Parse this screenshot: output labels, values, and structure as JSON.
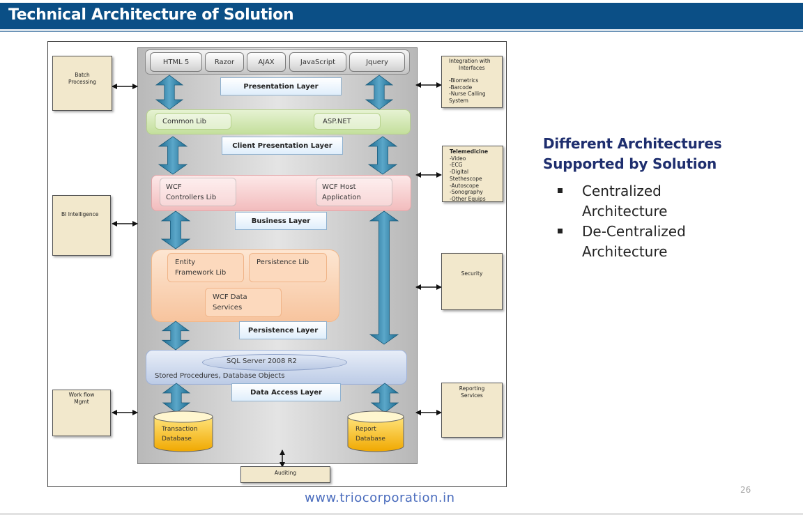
{
  "slide": {
    "title": "Technical Architecture of Solution",
    "footer_url": "www.triocorporation.in",
    "page_number": "26"
  },
  "diagram": {
    "tech_row": [
      "HTML 5",
      "Razor",
      "AJAX",
      "JavaScript",
      "Jquery"
    ],
    "layers": {
      "presentation": "Presentation Layer",
      "client_presentation": "Client Presentation Layer",
      "business": "Business Layer",
      "persistence": "Persistence Layer",
      "data_access": "Data Access Layer"
    },
    "client_band": {
      "common_lib": "Common Lib",
      "asp_net": "ASP.NET"
    },
    "business_band": {
      "wcf_controllers": [
        "WCF",
        "Controllers Lib"
      ],
      "wcf_host": [
        "WCF Host",
        "Application"
      ]
    },
    "persistence_band": {
      "entity_framework": [
        "Entity",
        "Framework Lib"
      ],
      "persistence_lib": "Persistence Lib",
      "wcf_data_services": [
        "WCF Data",
        "Services"
      ]
    },
    "data_band": {
      "sql_server": "SQL Server 2008 R2",
      "stored_procedures": "Stored Procedures, Database Objects"
    },
    "databases": {
      "transaction": [
        "Transaction",
        "Database"
      ],
      "report": [
        "Report",
        "Database"
      ]
    },
    "side_boxes": {
      "batch": [
        "Batch",
        "Processing"
      ],
      "bi": "BI Intelligence",
      "workflow": [
        "Work flow",
        "Mgmt"
      ],
      "integration": [
        "Integration with",
        "Interfaces",
        "",
        "-Biometrics",
        "-Barcode",
        "-Nurse Calling",
        "System"
      ],
      "telemedicine": {
        "title": "Telemedicine",
        "items": [
          "-Video",
          "-ECG",
          "-Digital",
          "Stethescope",
          "-Autoscope",
          "-Sonography",
          "-Other Equips"
        ]
      },
      "security": "Security",
      "reporting": [
        "Reporting",
        "Services"
      ],
      "auditing": "Auditing"
    }
  },
  "right_panel": {
    "heading": [
      "Different Architectures",
      "Supported by Solution"
    ],
    "bullets": [
      [
        "Centralized",
        "Architecture"
      ],
      [
        "De-Centralized",
        "Architecture"
      ]
    ]
  },
  "colors": {
    "title_bar": "#0b4f86",
    "heading": "#1e2e6e",
    "arrow_teal": "#2e7fa6",
    "side_box_fill": "#f2e8cc",
    "db_gold": "#f5b800",
    "footer_url": "#4a6cbd"
  }
}
